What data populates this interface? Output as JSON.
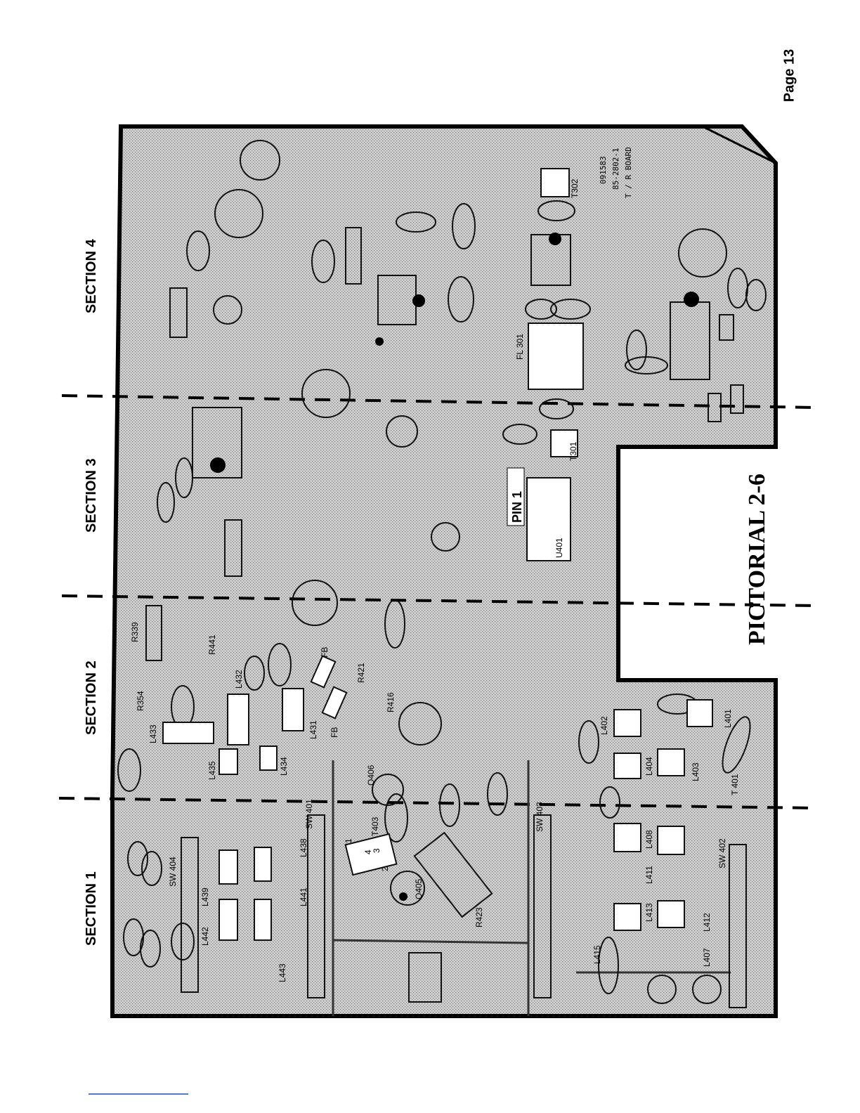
{
  "page_number": "Page 13",
  "title": "PICTORIAL 2-6",
  "sections": [
    "SECTION 1",
    "SECTION 2",
    "SECTION 3",
    "SECTION 4"
  ],
  "board": {
    "part_number": "85-2802-1",
    "id_code": "091583",
    "name": "T / R BOARD",
    "pin_label": "PIN 1"
  },
  "components": {
    "ics": [
      "U401"
    ],
    "transformers": [
      "T302",
      "T301",
      "T403"
    ],
    "filters": [
      "FL 301"
    ],
    "ferrite_beads": [
      "FB",
      "FB"
    ],
    "inductors_section1": [
      "L442",
      "L439",
      "L441",
      "L438",
      "L443"
    ],
    "inductors_section2": [
      "L433",
      "L432",
      "L431",
      "L435",
      "L434"
    ],
    "inductors_rf": [
      "L401",
      "L402",
      "L403",
      "L404",
      "L408",
      "L411",
      "L412",
      "L413",
      "L415",
      "L407"
    ],
    "switches": [
      "SW 404",
      "SW 401",
      "SW 403",
      "SW 402"
    ],
    "transistor_q": [
      "Q405",
      "Q406"
    ],
    "resistors": [
      "R354",
      "R339",
      "R416",
      "R441",
      "R421",
      "R423"
    ],
    "t_label": "T 401"
  },
  "colors": {
    "board_fill": "#c9c9c9",
    "board_outline": "#000000",
    "white_part": "#ffffff"
  }
}
